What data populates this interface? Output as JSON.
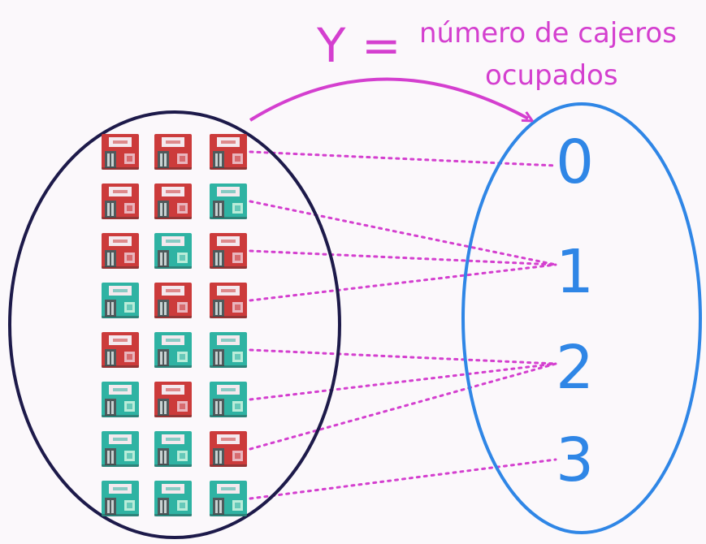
{
  "title": {
    "variable": "Y",
    "equals": "=",
    "line1": "número de cajeros",
    "line2": "ocupados"
  },
  "values": [
    "0",
    "1",
    "2",
    "3"
  ],
  "colors": {
    "occupied": "#cc3b3b",
    "free": "#2fb3a3",
    "accent": "#d43fcf",
    "range": "#2f86e6",
    "domain": "#1d1a4a"
  },
  "outcomes": [
    {
      "state": [
        "busy",
        "busy",
        "busy"
      ],
      "maps_to": "0"
    },
    {
      "state": [
        "busy",
        "busy",
        "free"
      ],
      "maps_to": "1"
    },
    {
      "state": [
        "busy",
        "free",
        "busy"
      ],
      "maps_to": "1"
    },
    {
      "state": [
        "free",
        "busy",
        "busy"
      ],
      "maps_to": "1"
    },
    {
      "state": [
        "busy",
        "free",
        "free"
      ],
      "maps_to": "2"
    },
    {
      "state": [
        "free",
        "busy",
        "free"
      ],
      "maps_to": "2"
    },
    {
      "state": [
        "free",
        "free",
        "busy"
      ],
      "maps_to": "2"
    },
    {
      "state": [
        "free",
        "free",
        "free"
      ],
      "maps_to": "3"
    }
  ]
}
